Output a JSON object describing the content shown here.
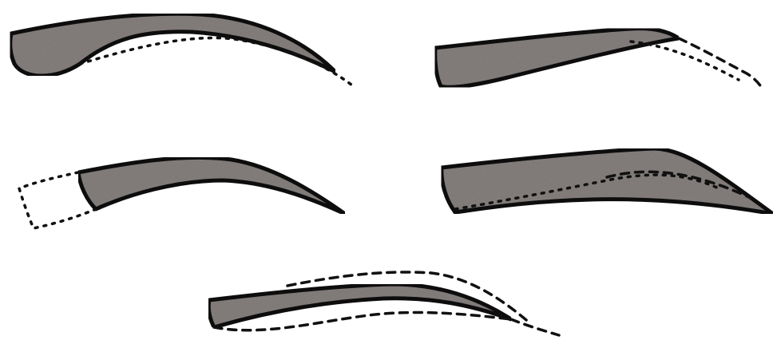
{
  "figure": {
    "background": "#ffffff",
    "brow_fill_color": "#8a8583",
    "outline_color": "#111111",
    "panels": [
      {
        "id": "brow-1",
        "shape": "thick-arched-brow",
        "guide_style": "dotted"
      },
      {
        "id": "brow-2",
        "shape": "straight-tapered-brow",
        "guide_style": "dashed"
      },
      {
        "id": "brow-3",
        "shape": "short-brow",
        "guide_style": "dotted"
      },
      {
        "id": "brow-4",
        "shape": "wide-brow",
        "guide_style": "dashed-dotted"
      },
      {
        "id": "brow-5",
        "shape": "thin-brow",
        "guide_style": "dashed"
      }
    ]
  }
}
